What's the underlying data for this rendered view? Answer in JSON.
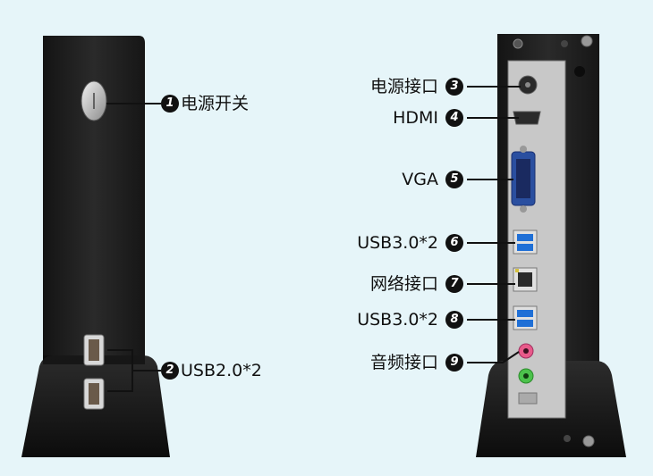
{
  "callouts": {
    "power_switch": {
      "num": "1",
      "text": "电源开关"
    },
    "usb20": {
      "num": "2",
      "text": "USB2.0*2"
    },
    "power_port": {
      "num": "3",
      "text": "电源接口"
    },
    "hdmi": {
      "num": "4",
      "text": "HDMI"
    },
    "vga": {
      "num": "5",
      "text": "VGA"
    },
    "usb30_a": {
      "num": "6",
      "text": "USB3.0*2"
    },
    "ethernet": {
      "num": "7",
      "text": "网络接口"
    },
    "usb30_b": {
      "num": "8",
      "text": "USB3.0*2"
    },
    "audio": {
      "num": "9",
      "text": "音频接口"
    }
  },
  "colors": {
    "background": "#e6f5f9",
    "case": "#1e1e1e",
    "usb3": "#1f6fd6",
    "audio_pink": "#e85a8a",
    "audio_green": "#4cc24c"
  }
}
